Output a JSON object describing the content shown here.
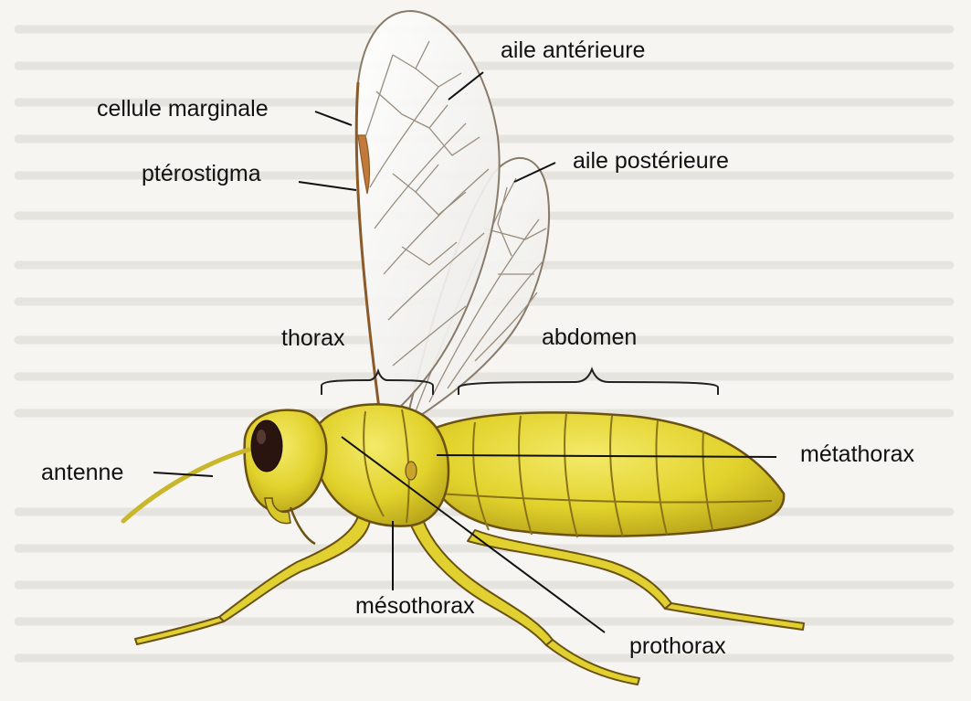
{
  "labels": {
    "forewing": "aile antérieure",
    "marginal_cell": "cellule marginale",
    "pterostigma": "ptérostigma",
    "hindwing": "aile postérieure",
    "thorax": "thorax",
    "abdomen": "abdomen",
    "metathorax": "métathorax",
    "antenna": "antenne",
    "mesothorax": "mésothorax",
    "prothorax": "prothorax"
  },
  "colors": {
    "body_fill": "#e6d832",
    "body_shade": "#b9a81c",
    "outline": "#6b5212",
    "eye": "#2a1410",
    "wing_vein": "#8a7a6a",
    "pterostigma": "#c27a3a",
    "background_text": "#d8d6d0"
  }
}
